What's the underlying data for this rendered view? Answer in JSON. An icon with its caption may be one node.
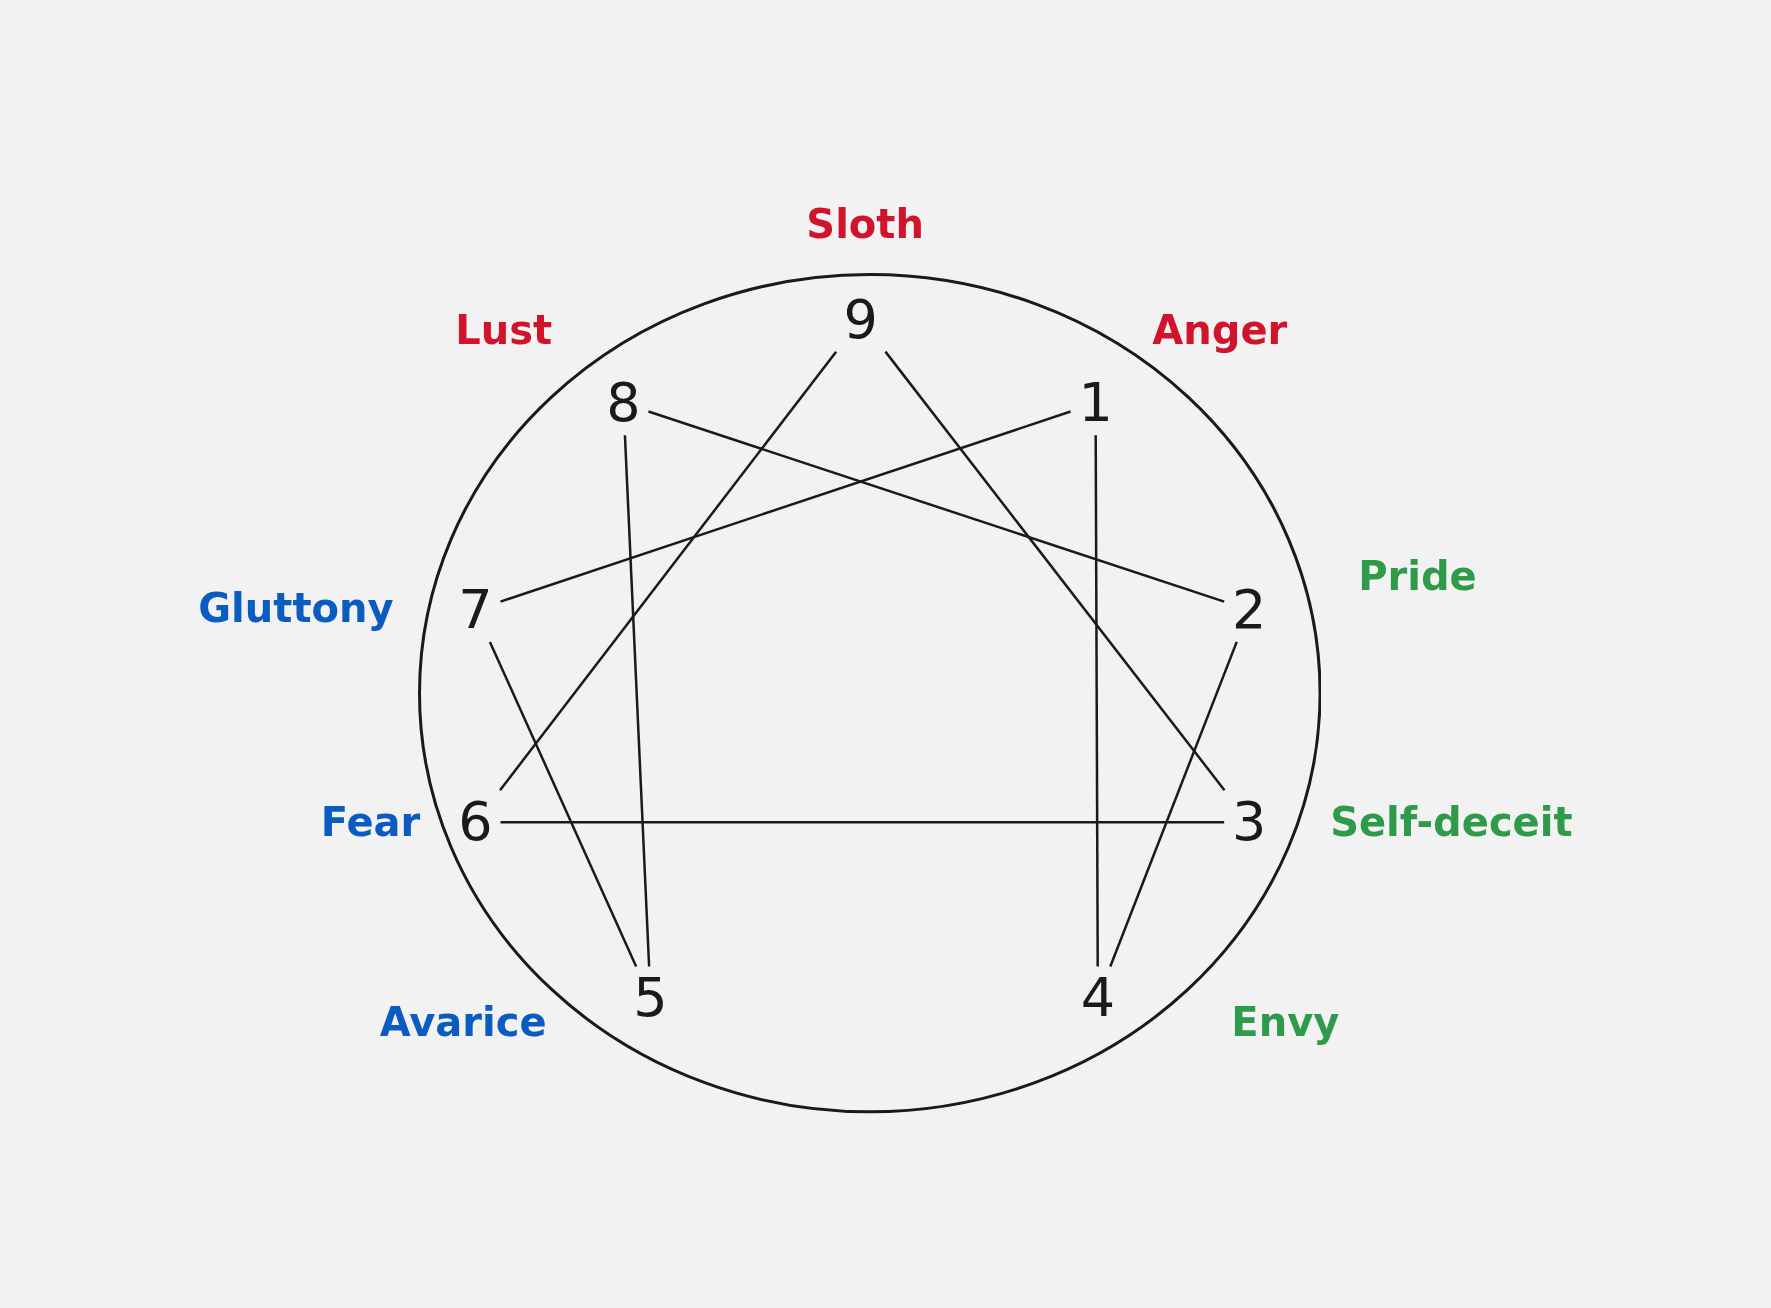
{
  "diagram": {
    "nodes": [
      {
        "text": [],
        "shape": "circle"
      },
      {
        "text": [
          "9"
        ],
        "in": 0,
        "beside": [
          "Sloth"
        ]
      },
      {
        "text": [
          "8"
        ],
        "in": 0,
        "beside": [
          "Lust"
        ]
      },
      {
        "text": [
          "1"
        ],
        "in": 0,
        "beside": [
          "Anger"
        ]
      },
      {
        "text": [
          "7"
        ],
        "in": 0,
        "beside": [
          "Gluttony"
        ]
      },
      {
        "text": [
          "2"
        ],
        "in": 0,
        "beside": [
          "Pride"
        ]
      },
      {
        "text": [
          "6"
        ],
        "in": 0,
        "beside": [
          "Fear"
        ]
      },
      {
        "text": [
          "3"
        ],
        "in": 0,
        "beside": [
          "Self-deceit"
        ]
      },
      {
        "text": [
          "5"
        ],
        "in": 0,
        "beside": [
          "Avarice"
        ]
      },
      {
        "text": [
          "4"
        ],
        "in": 0,
        "beside": [
          "Envy"
        ]
      }
    ],
    "edges": [
      {
        "from": 1,
        "to": 7,
        "arrow": "none"
      },
      {
        "from": 1,
        "to": 6,
        "arrow": "none"
      },
      {
        "from": 6,
        "to": 7,
        "arrow": "none"
      },
      {
        "from": 3,
        "to": 4,
        "arrow": "none"
      },
      {
        "from": 3,
        "to": 9,
        "arrow": "none"
      },
      {
        "from": 9,
        "to": 5,
        "arrow": "none"
      },
      {
        "from": 5,
        "to": 2,
        "arrow": "none"
      },
      {
        "from": 2,
        "to": 8,
        "arrow": "none"
      },
      {
        "from": 8,
        "to": 4,
        "arrow": "none"
      }
    ]
  }
}
